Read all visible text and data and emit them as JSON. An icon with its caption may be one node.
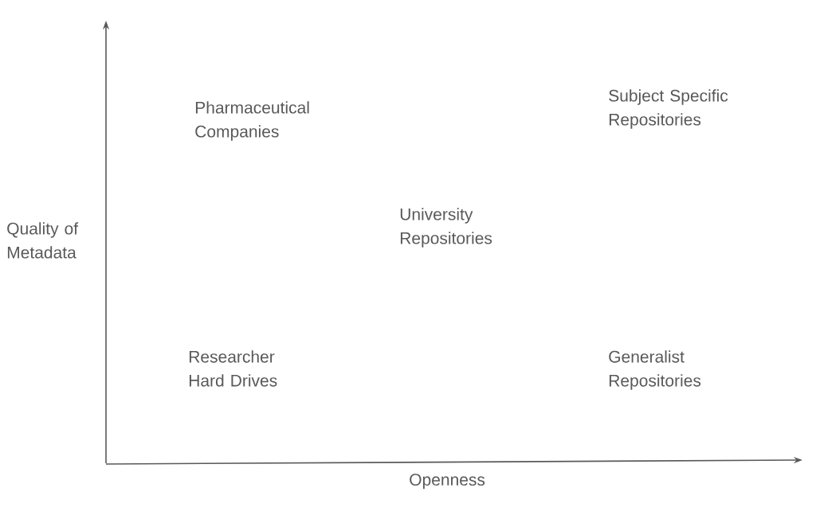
{
  "diagram": {
    "labels": [
      "Subject Specific Repositories",
      "Pharmaceutical Companies",
      "University Repositories",
      "Quality of Metadata",
      "Researcher Hard Drives",
      "Generalist Repositories",
      "Openness"
    ]
  }
}
